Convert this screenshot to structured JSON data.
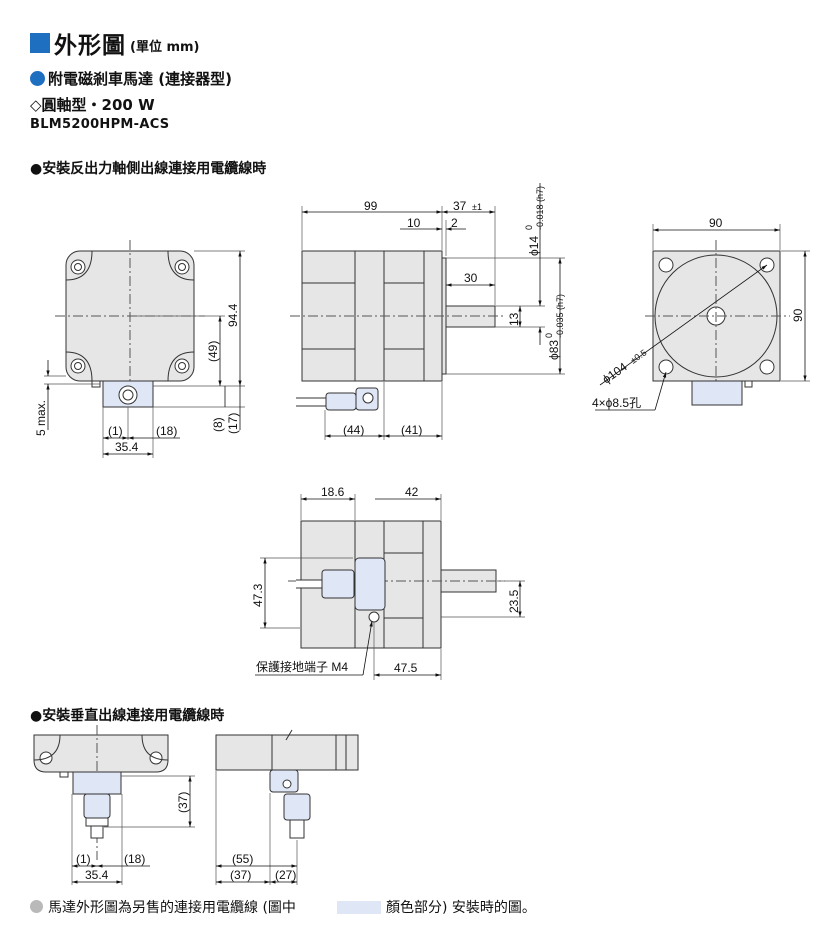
{
  "header": {
    "title": "外形圖",
    "unit": "(單位 mm)",
    "subtitle": "附電磁剎車馬達 (連接器型)",
    "shaft_type": "◇圓軸型・200 W",
    "model": "BLM5200HPM-ACS"
  },
  "sections": {
    "opposite_output": "●安裝反出力軸側出線連接用電纜線時",
    "vertical": "●安裝垂直出線連接用電纜線時"
  },
  "dimensions": {
    "front_view": {
      "height_94_4": "94.4",
      "h49": "(49)",
      "h8": "(8)",
      "h17": "(17)",
      "five_max": "5 max.",
      "w1": "(1)",
      "w18": "(18)",
      "w35_4": "35.4"
    },
    "side_view": {
      "len99": "99",
      "len37": "37",
      "tol37": "±1",
      "len10": "10",
      "len2": "2",
      "len30": "30",
      "len13": "13",
      "shaft_dia": "ϕ14",
      "shaft_tol_top": "0",
      "shaft_tol_bot": "-0.018 (h7)",
      "pilot_dia": "ϕ83",
      "pilot_tol_top": "0",
      "pilot_tol_bot": "-0.035 (h7)",
      "w44": "(44)",
      "w41": "(41)"
    },
    "flange_view": {
      "width90": "90",
      "height90": "90",
      "pcd": "ϕ104",
      "pcd_tol": "±0.5",
      "holes": "4×ϕ8.5孔"
    },
    "top_view": {
      "len18_6": "18.6",
      "len42": "42",
      "h47_3": "47.3",
      "h23_5": "23.5",
      "len47_5": "47.5",
      "ground_label": "保護接地端子 M4"
    },
    "vertical_front": {
      "h37": "(37)",
      "w1": "(1)",
      "w18": "(18)",
      "w35_4": "35.4"
    },
    "vertical_side": {
      "w55": "(55)",
      "w37": "(37)",
      "w27": "(27)"
    }
  },
  "footer": {
    "note_part1": "馬達外形圖為另售的連接用電纜線 (圖中",
    "note_part2": "顏色部分) 安裝時的圖。"
  },
  "colors": {
    "accent": "#1f6fc1",
    "body_fill": "#e6e6e6",
    "cable_highlight": "#dfe6f5",
    "footer_dot": "#b9b9b9"
  }
}
